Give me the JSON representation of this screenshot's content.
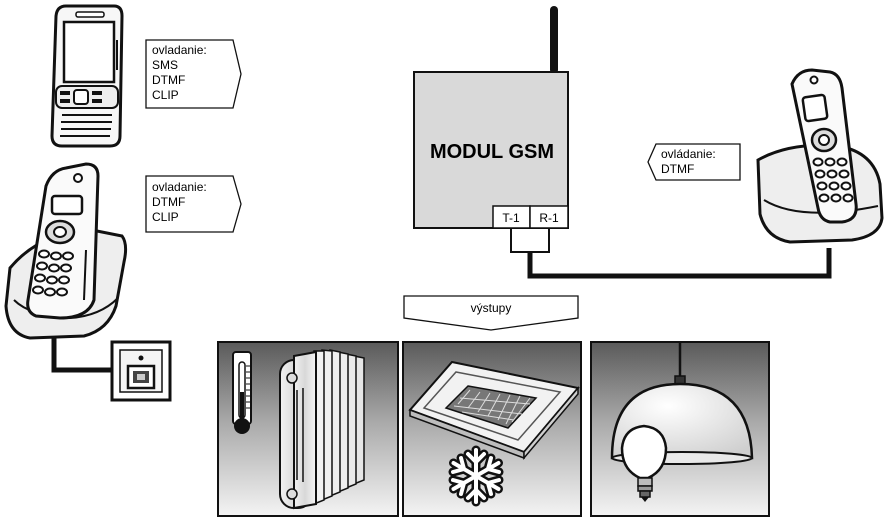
{
  "mobile_phone_callout": {
    "lines": [
      "ovladanie:",
      "SMS",
      "DTMF",
      "CLIP"
    ]
  },
  "cordless_phone_callout": {
    "lines": [
      "ovladanie:",
      "DTMF",
      "CLIP"
    ]
  },
  "gsm_module": {
    "title": "MODUL GSM",
    "port_t": "T-1",
    "port_r": "R-1"
  },
  "right_phone_callout": {
    "lines": [
      "ovládanie:",
      "DTMF"
    ]
  },
  "outputs_label": "výstupy",
  "output_panels": [
    {
      "name": "heating",
      "icons": [
        "thermometer-icon",
        "radiator-icon"
      ]
    },
    {
      "name": "cooling",
      "icons": [
        "air-conditioner-icon",
        "snowflake-icon"
      ]
    },
    {
      "name": "lighting",
      "icons": [
        "pendant-lamp-icon",
        "light-bulb-icon"
      ]
    }
  ]
}
